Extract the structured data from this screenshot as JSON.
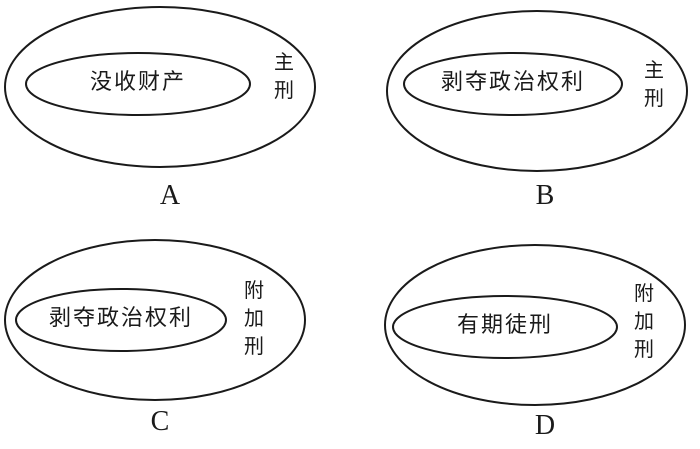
{
  "options": [
    {
      "letter": "A",
      "inner_label": "没收财产",
      "outer_label": "主刑"
    },
    {
      "letter": "B",
      "inner_label": "剥夺政治权利",
      "outer_label": "主刑"
    },
    {
      "letter": "C",
      "inner_label": "剥夺政治权利",
      "outer_label": "附加刑"
    },
    {
      "letter": "D",
      "inner_label": "有期徒刑",
      "outer_label": "附加刑"
    }
  ]
}
